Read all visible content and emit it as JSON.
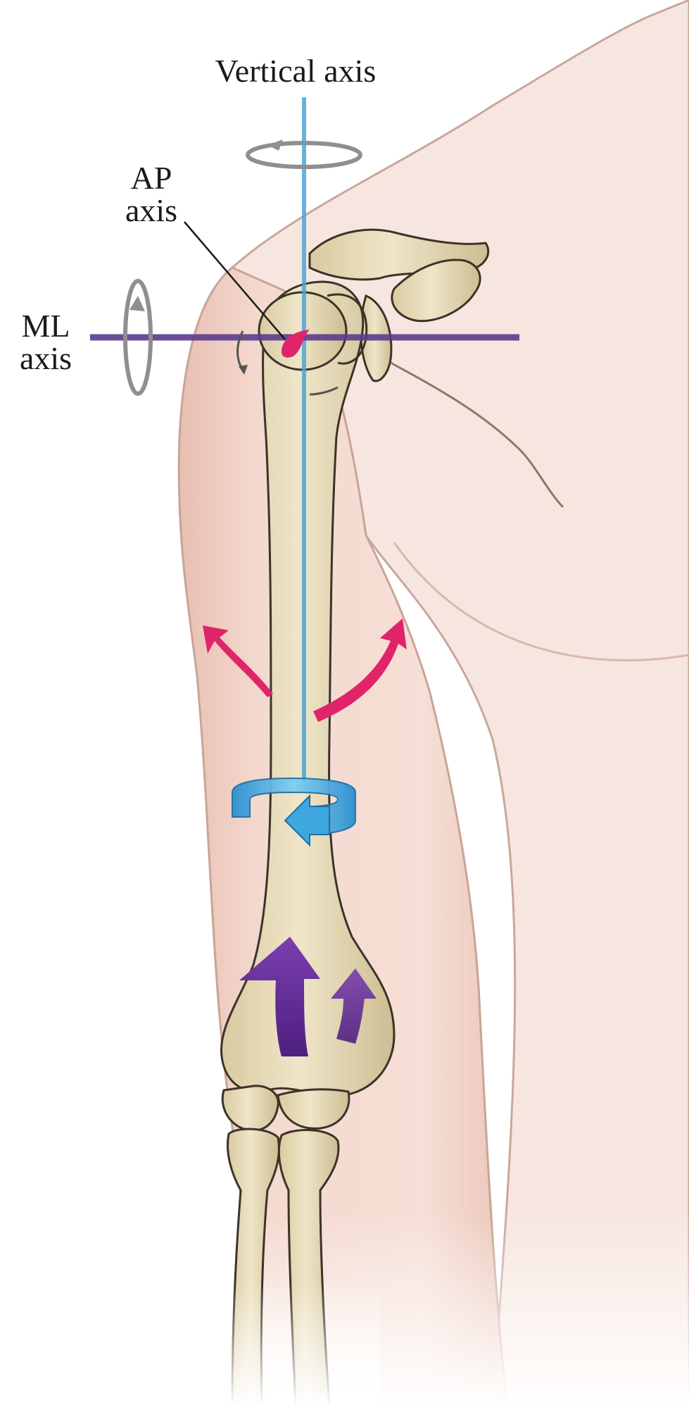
{
  "labels": {
    "vertical_axis": "Vertical axis",
    "ap_axis": [
      "AP",
      "axis"
    ],
    "ml_axis": [
      "ML",
      "axis"
    ]
  },
  "colors": {
    "skin": "#f3d6cc",
    "skin_shadow": "#e3b8ab",
    "bone": "#e6d9b4",
    "bone_outline": "#3b3328",
    "vertical_axis_line": "#4aa6d6",
    "ml_axis_line": "#5b3b8c",
    "ap_marker": "#e0246a",
    "rotation_arrow": "#8f8f8f",
    "flexion_arrow": "#e0246a",
    "rotation_band": "#3fa7e0",
    "thrust_arrow": "#6a2f9a"
  },
  "icons": {
    "vertical_rotation": "curved-rotation-arrow-icon",
    "ml_rotation": "curved-rotation-arrow-icon",
    "ab_adduction": "curved-arrow-pair-icon",
    "axial_rotation": "ribbon-rotation-arrow-icon",
    "push": "up-arrow-pair-icon"
  }
}
